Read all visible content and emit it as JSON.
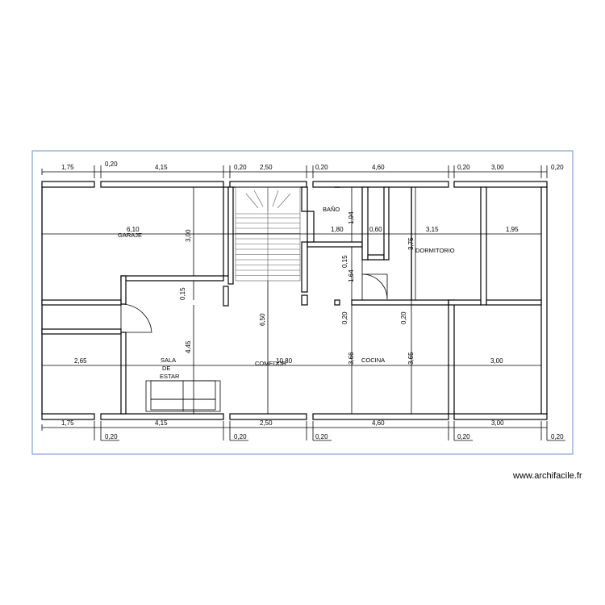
{
  "watermark": "www.archifacile.fr",
  "rooms": {
    "garaje": "GARAJE",
    "bano": "BAÑO",
    "dormitorio": "DORMITORIO",
    "sala_1": "SALA",
    "sala_2": "DE",
    "sala_3": "ESTAR",
    "comedor": "COMEDOR",
    "cocina": "COCINA"
  },
  "dimensions": {
    "top": [
      "1,75",
      "0,20",
      "4,15",
      "0,20",
      "2,50",
      "0,20",
      "4,60",
      "0,20",
      "3,00",
      "0,20"
    ],
    "bottom": [
      "1,75",
      "0,20",
      "4,15",
      "0,20",
      "2,50",
      "0,20",
      "4,60",
      "0,20",
      "3,00",
      "0,20"
    ],
    "row_upper": [
      "6,10",
      "1,80",
      "0,60",
      "3,15",
      "1,95"
    ],
    "row_lower": [
      "2,65",
      "10,80",
      "3,00"
    ],
    "vertical": [
      "3,00",
      "1,94",
      "3,75",
      "0,15",
      "1,64",
      "0,15",
      "0,20",
      "0,20",
      "6,50",
      "4,45",
      "3,66",
      "3,65"
    ]
  }
}
